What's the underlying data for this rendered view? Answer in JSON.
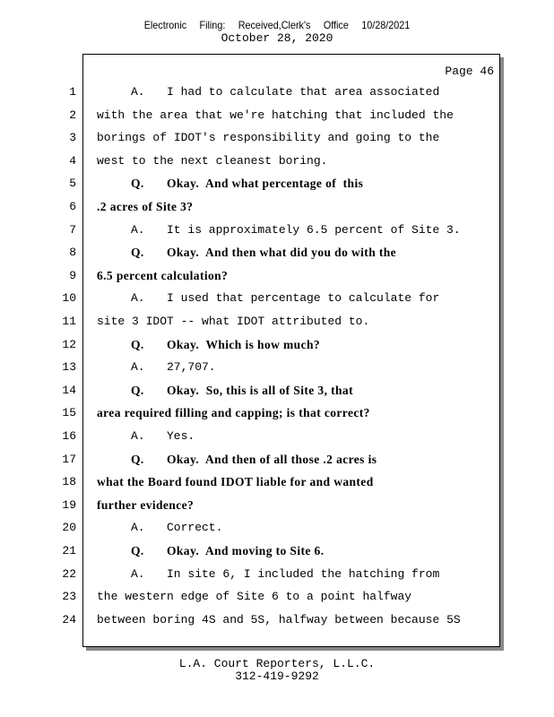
{
  "header": {
    "filing": [
      "Electronic",
      "Filing:",
      "Received,Clerk's",
      "Office",
      "10/28/2021"
    ],
    "date": "October 28, 2020"
  },
  "page_label": "Page 46",
  "lines": [
    {
      "n": "1",
      "sp": "A.",
      "text": "I had to calculate that area associated",
      "bold": false
    },
    {
      "n": "2",
      "sp": "",
      "text": "with the area that we're hatching that included the",
      "bold": false
    },
    {
      "n": "3",
      "sp": "",
      "text": "borings of IDOT's responsibility and going to the",
      "bold": false
    },
    {
      "n": "4",
      "sp": "",
      "text": "west to the next cleanest boring.",
      "bold": false
    },
    {
      "n": "5",
      "sp": "Q.",
      "text": "Okay.  And what percentage of  this",
      "bold": true
    },
    {
      "n": "6",
      "sp": "",
      "text": ".2 acres of Site 3?",
      "bold": true
    },
    {
      "n": "7",
      "sp": "A.",
      "text": "It is approximately 6.5 percent of Site 3.",
      "bold": false
    },
    {
      "n": "8",
      "sp": "Q.",
      "text": "Okay.  And then what did you do with the",
      "bold": true
    },
    {
      "n": "9",
      "sp": "",
      "text": "6.5 percent calculation?",
      "bold": true
    },
    {
      "n": "10",
      "sp": "A.",
      "text": "I used that percentage to calculate for",
      "bold": false
    },
    {
      "n": "11",
      "sp": "",
      "text": "site 3 IDOT -- what IDOT attributed to.",
      "bold": false
    },
    {
      "n": "12",
      "sp": "Q.",
      "text": "Okay.  Which is how much?",
      "bold": true
    },
    {
      "n": "13",
      "sp": "A.",
      "text": "27,707.",
      "bold": false
    },
    {
      "n": "14",
      "sp": "Q.",
      "text": "Okay.  So, this is all of Site 3, that",
      "bold": true
    },
    {
      "n": "15",
      "sp": "",
      "text": "area required filling and capping; is that correct?",
      "bold": true
    },
    {
      "n": "16",
      "sp": "A.",
      "text": "Yes.",
      "bold": false
    },
    {
      "n": "17",
      "sp": "Q.",
      "text": "Okay.  And then of all those .2 acres is",
      "bold": true
    },
    {
      "n": "18",
      "sp": "",
      "text": "what the Board found IDOT liable for and wanted",
      "bold": true
    },
    {
      "n": "19",
      "sp": "",
      "text": "further evidence?",
      "bold": true
    },
    {
      "n": "20",
      "sp": "A.",
      "text": "Correct.",
      "bold": false
    },
    {
      "n": "21",
      "sp": "Q.",
      "text": "Okay.  And moving to Site 6.",
      "bold": true
    },
    {
      "n": "22",
      "sp": "A.",
      "text": "In site 6, I included the hatching from",
      "bold": false
    },
    {
      "n": "23",
      "sp": "",
      "text": "the western edge of Site 6 to a point halfway",
      "bold": false
    },
    {
      "n": "24",
      "sp": "",
      "text": "between boring 4S and 5S, halfway between because 5S",
      "bold": false
    }
  ],
  "footer": {
    "company": "L.A. Court Reporters, L.L.C.",
    "phone": "312-419-9292"
  }
}
